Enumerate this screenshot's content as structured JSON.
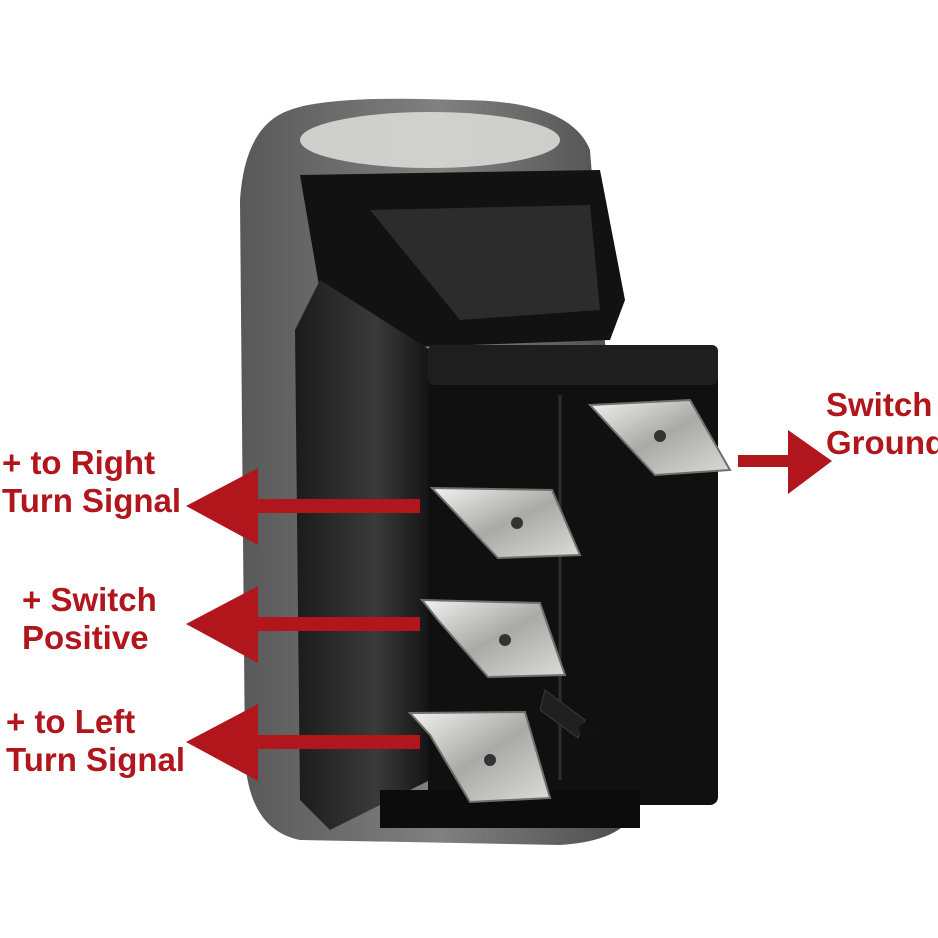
{
  "labels": {
    "switch_ground": {
      "line1": "Switch",
      "line2": "Ground"
    },
    "right_turn": {
      "line1": "+ to Right",
      "line2": "Turn Signal"
    },
    "positive": {
      "line1": "+ Switch",
      "line2": "Positive"
    },
    "left_turn": {
      "line1": "+ to Left",
      "line2": "Turn Signal"
    }
  },
  "colors": {
    "label_and_arrow": "#b1161c",
    "background": "#ffffff"
  }
}
